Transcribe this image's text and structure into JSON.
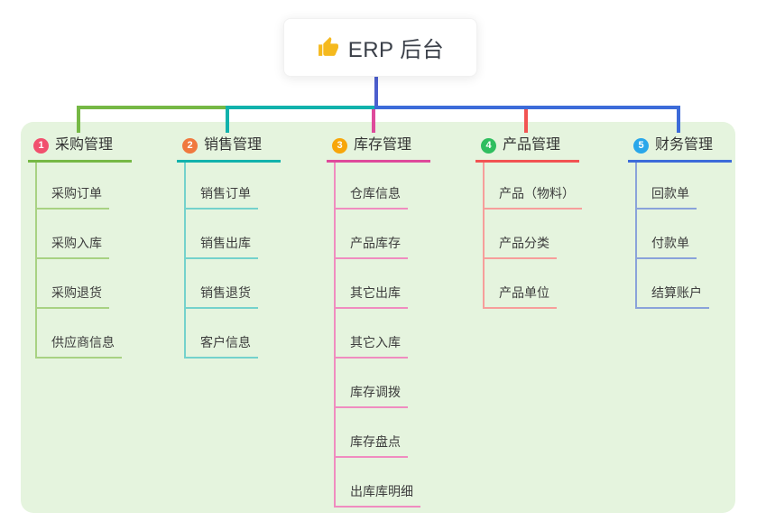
{
  "root": {
    "title": "ERP 后台",
    "icon": "thumbs-up-icon",
    "icon_color": "#f5b91e",
    "trunk_color": "#4d5fce",
    "card_bg": "#ffffff"
  },
  "panel": {
    "bg_color": "#e5f4de"
  },
  "branches": [
    {
      "index": "1",
      "title": "采购管理",
      "badge_color": "#f1506e",
      "main_color": "#76b845",
      "light_color": "#a8d283",
      "items": [
        "采购订单",
        "采购入库",
        "采购退货",
        "供应商信息"
      ]
    },
    {
      "index": "2",
      "title": "销售管理",
      "badge_color": "#f0793f",
      "main_color": "#12b2ac",
      "light_color": "#74d2cc",
      "items": [
        "销售订单",
        "销售出库",
        "销售退货",
        "客户信息"
      ]
    },
    {
      "index": "3",
      "title": "库存管理",
      "badge_color": "#f7a60a",
      "main_color": "#de4a9b",
      "light_color": "#f08cc0",
      "items": [
        "仓库信息",
        "产品库存",
        "其它出库",
        "其它入库",
        "库存调拨",
        "库存盘点",
        "出库库明细"
      ]
    },
    {
      "index": "4",
      "title": "产品管理",
      "badge_color": "#2fbe5f",
      "main_color": "#f25352",
      "light_color": "#f79e9b",
      "items": [
        "产品（物料）",
        "产品分类",
        "产品单位"
      ]
    },
    {
      "index": "5",
      "title": "财务管理",
      "badge_color": "#29a7ea",
      "main_color": "#3c6bd9",
      "light_color": "#8aa3da",
      "items": [
        "回款单",
        "付款单",
        "结算账户"
      ]
    }
  ]
}
